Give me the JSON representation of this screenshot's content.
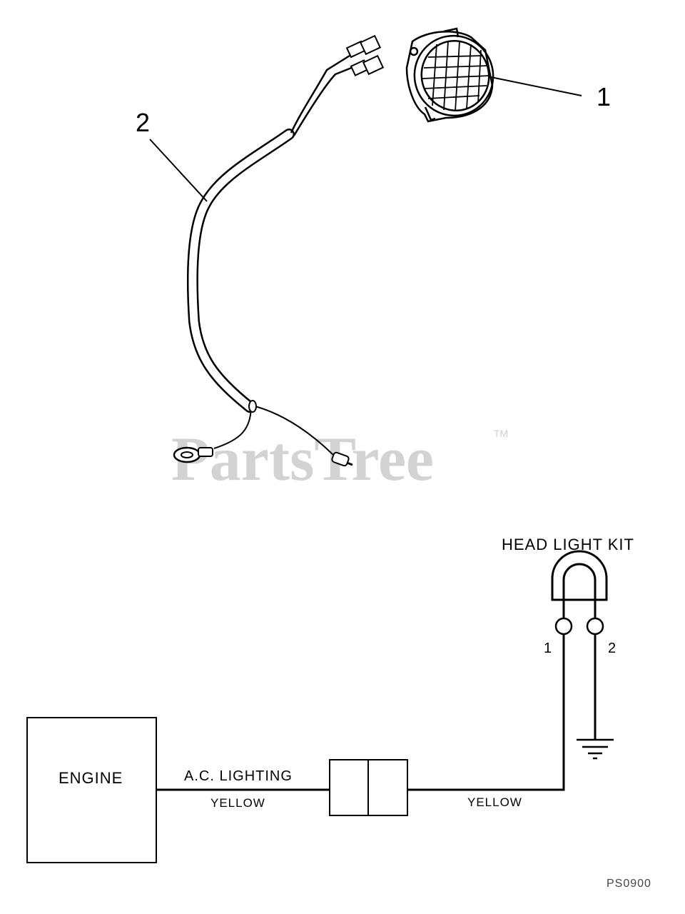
{
  "watermark": {
    "text": "PartsTree",
    "trademark": "TM"
  },
  "exploded_view": {
    "callouts": [
      {
        "id": "1",
        "part": "head-light"
      },
      {
        "id": "2",
        "part": "wire-harness"
      }
    ]
  },
  "schematic": {
    "kit_title": "HEAD LIGHT KIT",
    "engine_label": "ENGINE",
    "ac_lighting_label": "A.C. LIGHTING",
    "wire_left_color": "YELLOW",
    "wire_right_color": "YELLOW",
    "terminal_1": "1",
    "terminal_2": "2"
  },
  "diagram_code": "PS0900"
}
